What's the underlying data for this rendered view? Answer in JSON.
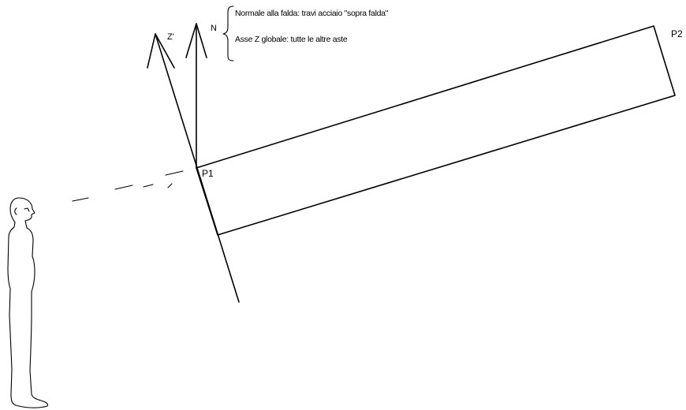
{
  "points": {
    "p1": "P1",
    "p2": "P2"
  },
  "axes": {
    "local_z": "Z'",
    "normal": "N"
  },
  "note": {
    "line1": "Normale alla falda: travi acciaio \"sopra falda\"",
    "line2": "Asse Z globale: tutte le altre aste"
  }
}
